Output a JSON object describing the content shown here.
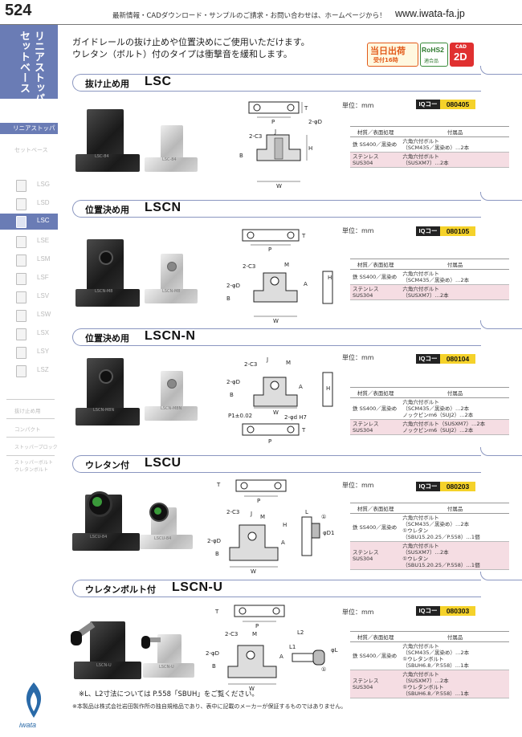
{
  "header": {
    "page_number": "524",
    "message": "最新情報・CADダウンロード・サンプルのご請求・お問い合わせは、ホームページから！",
    "url": "www.iwata-fa.jp"
  },
  "sidebar": {
    "title_line1": "リニアストッパー",
    "title_line2": "セットベース",
    "active_category": "リニアストッパ−",
    "set_base": "セットベース",
    "items": [
      {
        "label": "LSG"
      },
      {
        "label": "LSD"
      },
      {
        "label": "LSC"
      },
      {
        "label": "LSE"
      },
      {
        "label": "LSM"
      },
      {
        "label": "LSF"
      },
      {
        "label": "LSV"
      },
      {
        "label": "LSW"
      },
      {
        "label": "LSX"
      },
      {
        "label": "LSY"
      },
      {
        "label": "LSZ"
      }
    ],
    "sub_links": [
      "抜け止め用",
      "コンパクト",
      "ストッパーブロック",
      "ストッパーボルト",
      "ウレタンボルト"
    ]
  },
  "intro": {
    "line1": "ガイドレールの抜け止めや位置決めにご使用いただけます。",
    "line2": "ウレタン（ボルト）付のタイプは衝撃音を緩和します。"
  },
  "badges": {
    "ship_l1": "当日出荷",
    "ship_l2": "受付16時",
    "rohs_l1": "RoHS2",
    "rohs_l2": "適合品",
    "cad_l1": "CAD",
    "cad_l2": "2D"
  },
  "common": {
    "unit": "単位：mm",
    "iq_key": "IQコード",
    "col_material": "材質／表面処理",
    "col_accessory": "付属品"
  },
  "sections": [
    {
      "jp": "抜け止め用",
      "model": "LSC",
      "iq_code": "080405",
      "rows": [
        {
          "material": "鉄 SS400／黒染め",
          "acc": [
            "六角穴付ボルト",
            "（SCM435／黒染め）…2本"
          ]
        },
        {
          "material": "ステンレス SUS304",
          "acc": [
            "六角穴付ボルト",
            "（SUSXM7）…2本"
          ]
        }
      ],
      "photo_label_dark": "LSC-84",
      "photo_label_light": "LSC-84"
    },
    {
      "jp": "位置決め用",
      "model": "LSCN",
      "iq_code": "080105",
      "rows": [
        {
          "material": "鉄 SS400／黒染め",
          "acc": [
            "六角穴付ボルト",
            "（SCM435／黒染め）…2本"
          ]
        },
        {
          "material": "ステンレス SUS304",
          "acc": [
            "六角穴付ボルト",
            "（SUSXM7）…2本"
          ]
        }
      ],
      "photo_label_dark": "LSCN-M8",
      "photo_label_light": "LSCN-M8"
    },
    {
      "jp": "位置決め用",
      "model": "LSCN-N",
      "iq_code": "080104",
      "rows": [
        {
          "material": "鉄 SS400／黒染め",
          "acc": [
            "六角穴付ボルト",
            "（SCM435／黒染め）…2本",
            "ノックピンm6（SUJ2）…2本"
          ]
        },
        {
          "material": "ステンレス SUS304",
          "acc": [
            "六角穴付ボルト（SUSXM7）…2本",
            "ノックピンm6（SUJ2）…2本"
          ]
        }
      ],
      "photo_label_dark": "LSCN-M8N",
      "photo_label_light": "LSCN-M8N"
    },
    {
      "jp": "ウレタン付",
      "model": "LSCU",
      "iq_code": "080203",
      "rows": [
        {
          "material": "鉄 SS400／黒染め",
          "acc": [
            "六角穴付ボルト",
            "（SCM435／黒染め）…2本",
            "①ウレタン",
            "（SBU15.20.25／P.558）…1個"
          ]
        },
        {
          "material": "ステンレス SUS304",
          "acc": [
            "六角穴付ボルト",
            "（SUSXM7）…2本",
            "①ウレタン",
            "（SBU15.20.25／P.558）…1個"
          ]
        }
      ],
      "photo_label_dark": "LSCU-84",
      "photo_label_light": "LSCU-84"
    },
    {
      "jp": "ウレタンボルト付",
      "model": "LSCN-U",
      "iq_code": "080303",
      "rows": [
        {
          "material": "鉄 SS400／黒染め",
          "acc": [
            "六角穴付ボルト",
            "（SCM435／黒染め）…2本",
            "①ウレタンボルト",
            "（SBUH6.8／P.558）…1本"
          ]
        },
        {
          "material": "ステンレス SUS304",
          "acc": [
            "六角穴付ボルト",
            "（SUSXM7）…2本",
            "①ウレタンボルト",
            "（SBUH6.8／P.558）…1本"
          ]
        }
      ],
      "photo_label_dark": "LSCN-U",
      "photo_label_light": "LSCN-U"
    }
  ],
  "dims": {
    "T": "T",
    "P": "P",
    "phiD": "2-φD",
    "C3": "2-C3",
    "J": "J",
    "M": "M",
    "H": "H",
    "A": "A",
    "B": "B",
    "W": "W",
    "P1": "P1±0.02",
    "phid": "2-φd H7",
    "phiD1": "φD1",
    "L": "L",
    "L1": "L1",
    "L2": "L2",
    "circle1": "①",
    "phiL": "φL"
  },
  "footer": {
    "note1": "※L、L2寸法については P.558「SBUH」をご覧ください。",
    "note2": "※本製品は株式会社岩田製作所の独自規格品であり、表中に記載のメーカーが保証するものではありません。"
  },
  "logo": "iwata",
  "colors": {
    "accent": "#6a7cb5",
    "iq_yellow": "#f5d22a",
    "sus_pink": "#f5dde3"
  }
}
